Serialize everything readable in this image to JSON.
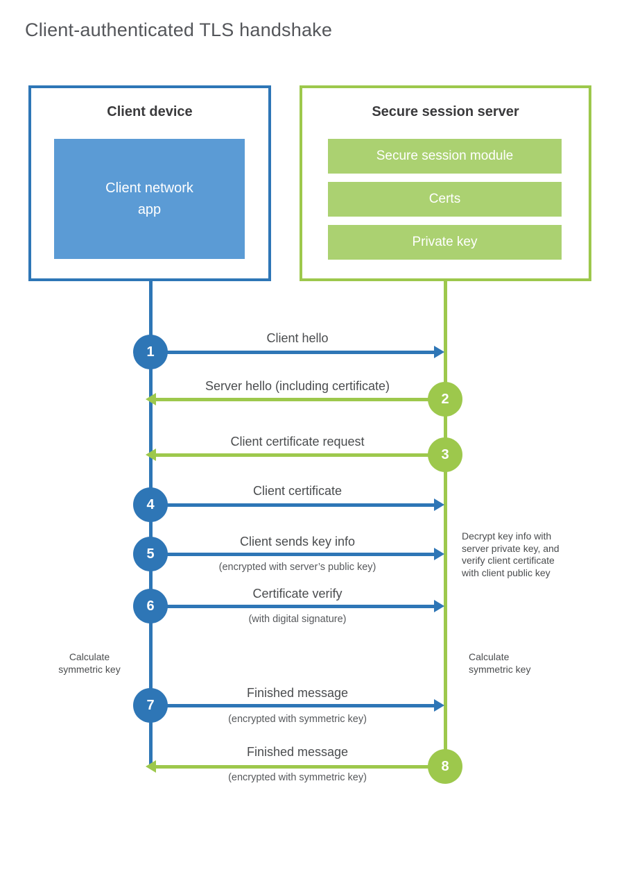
{
  "title": "Client-authenticated TLS handshake",
  "colors": {
    "blue": "#2e76b6",
    "blue_fill": "#5b9bd5",
    "green": "#9dc84c",
    "green_fill": "#abd171",
    "text_gray": "#4a4c4e"
  },
  "client": {
    "heading": "Client device",
    "app_label": "Client network app"
  },
  "server": {
    "heading": "Secure session server",
    "modules": [
      "Secure session module",
      "Certs",
      "Private key"
    ]
  },
  "steps": [
    {
      "num": "1",
      "from": "client",
      "label": "Client hello",
      "sub": ""
    },
    {
      "num": "2",
      "from": "server",
      "label": "Server hello (including certificate)",
      "sub": ""
    },
    {
      "num": "3",
      "from": "server",
      "label": "Client certificate request",
      "sub": ""
    },
    {
      "num": "4",
      "from": "client",
      "label": "Client certificate",
      "sub": ""
    },
    {
      "num": "5",
      "from": "client",
      "label": "Client sends key info",
      "sub": "(encrypted with server’s public key)"
    },
    {
      "num": "6",
      "from": "client",
      "label": "Certificate verify",
      "sub": "(with digital signature)"
    },
    {
      "num": "7",
      "from": "client",
      "label": "Finished message",
      "sub": "(encrypted with symmetric key)"
    },
    {
      "num": "8",
      "from": "server",
      "label": "Finished message",
      "sub": "(encrypted with symmetric key)"
    }
  ],
  "annotations": {
    "decrypt": {
      "lines": [
        "Decrypt key info with",
        "server private key, and",
        "verify client certificate",
        "with client public key"
      ]
    },
    "calc_left": {
      "lines": [
        "Calculate",
        "symmetric key"
      ]
    },
    "calc_right": {
      "lines": [
        "Calculate",
        "symmetric key"
      ]
    }
  }
}
